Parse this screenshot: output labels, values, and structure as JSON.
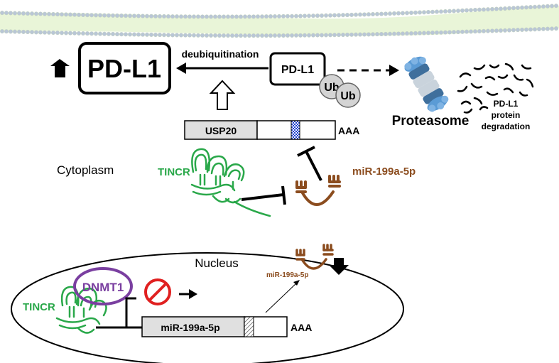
{
  "labels": {
    "pdl1_big": "PD-L1",
    "deubiquitination": "deubiquitination",
    "pdl1_small": "PD-L1",
    "ub1": "Ub",
    "ub2": "Ub",
    "proteasome": "Proteasome",
    "degradation_line1": "PD-L1",
    "degradation_line2": "protein",
    "degradation_line3": "degradation",
    "usp20": "USP20",
    "aaa_top": "AAA",
    "cytoplasm": "Cytoplasm",
    "tincr_top": "TINCR",
    "mir_top": "miR-199a-5p",
    "nucleus": "Nucleus",
    "dnmt1": "DNMT1",
    "tincr_bottom": "TINCR",
    "mir_small": "miR-199a-5p",
    "mir_gene": "miR-199a-5p",
    "aaa_bottom": "AAA"
  },
  "colors": {
    "green": "#2aa84a",
    "brown": "#8b4c1e",
    "purple": "#7a3fa0",
    "blue_checker": "#1a3fd0",
    "proteasome_blue": "#5b9bd5",
    "no_sign_red": "#e02020"
  }
}
